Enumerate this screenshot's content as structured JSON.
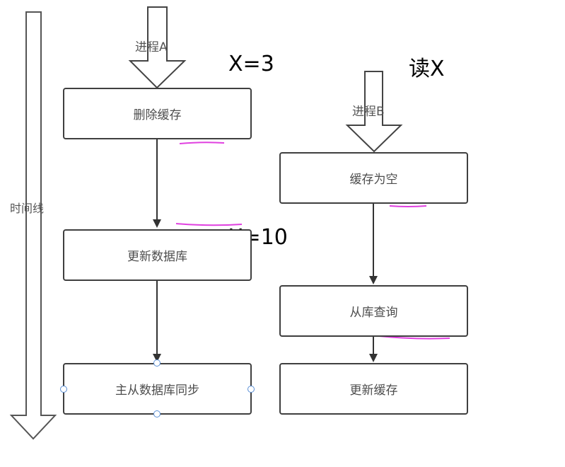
{
  "timeline": {
    "label": "时间线"
  },
  "process_a": {
    "label": "进程A",
    "steps": [
      "删除缓存",
      "更新数据库",
      "主从数据库同步"
    ]
  },
  "process_b": {
    "label": "进程B",
    "steps": [
      "缓存为空",
      "从库查询",
      "更新缓存"
    ]
  },
  "annotations": {
    "x_initial": "X=3",
    "read_x": "读X",
    "x_updated": "X=10"
  },
  "colors": {
    "box_border": "#3f3f3f",
    "arrow": "#333333",
    "highlight": "#e040e0",
    "selection_handle": "#5a8fd6"
  }
}
